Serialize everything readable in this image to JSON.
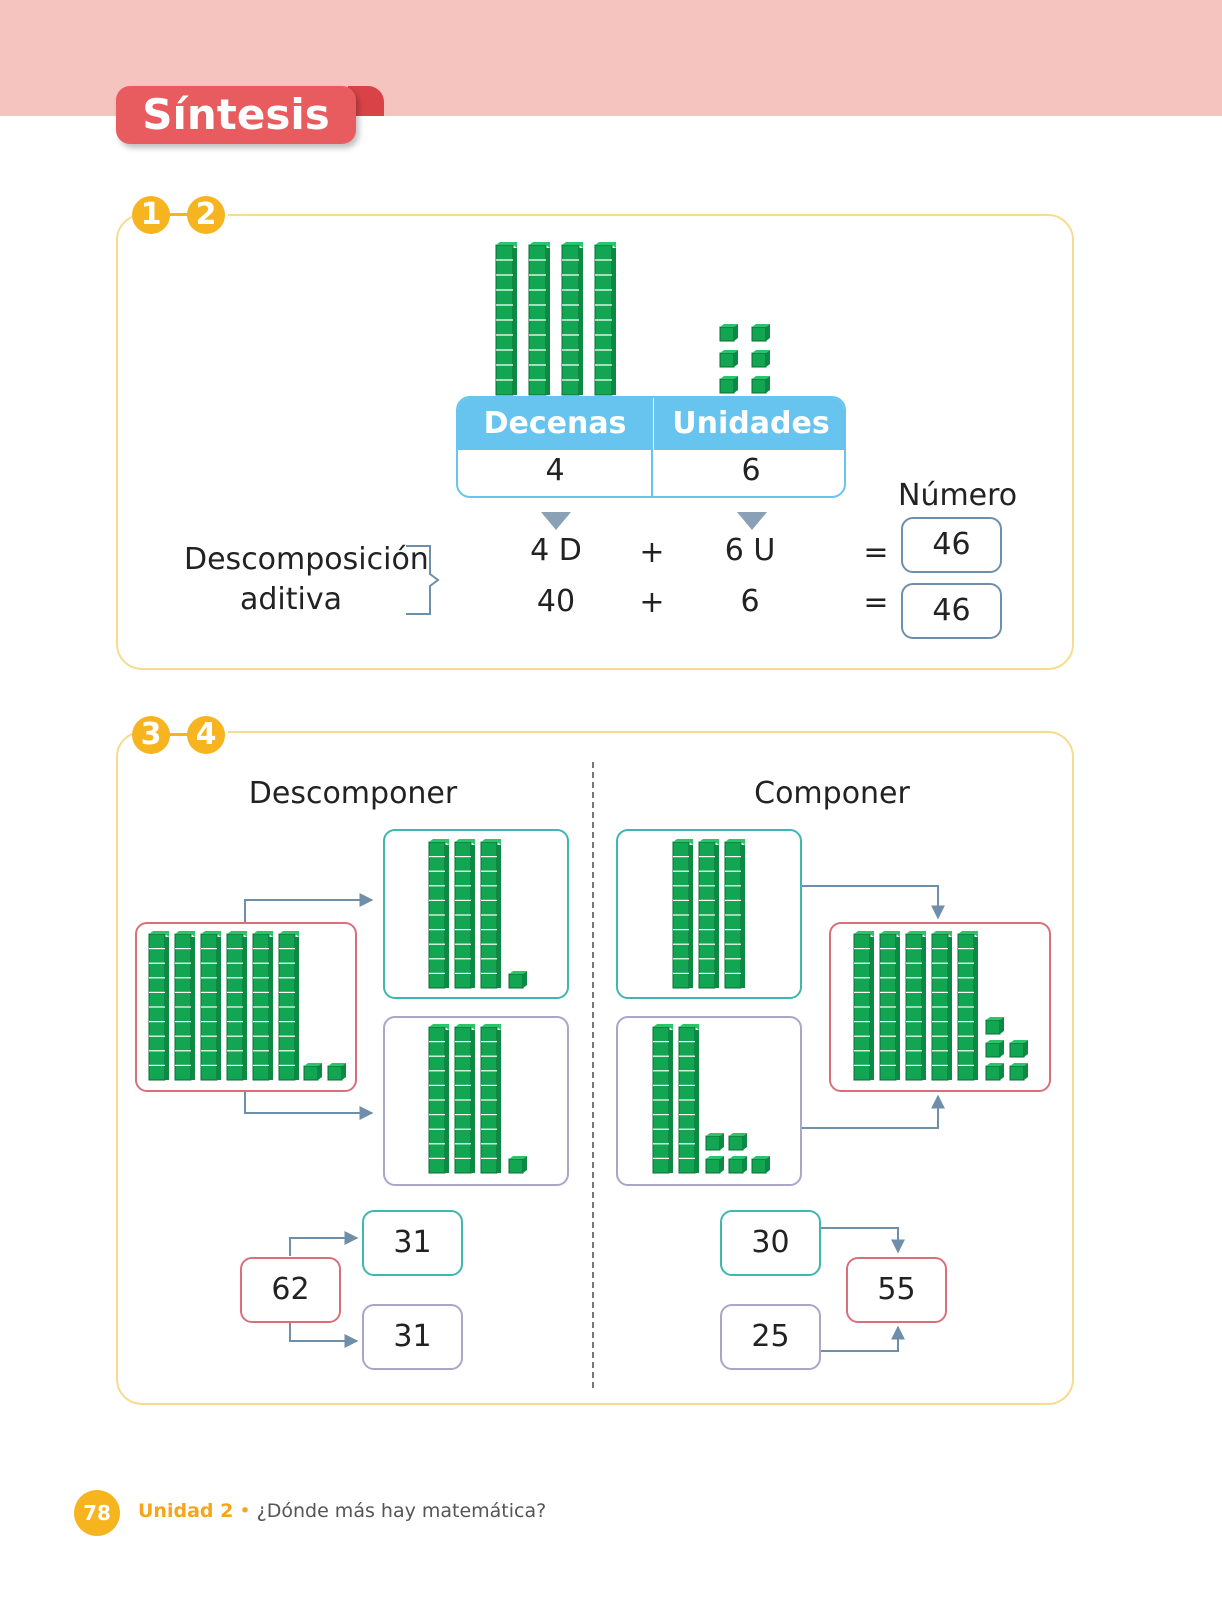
{
  "header": {
    "title": "Síntesis"
  },
  "section1": {
    "badges": [
      "1",
      "2"
    ],
    "table": {
      "headers": [
        "Decenas (D)",
        "Unidades (U)"
      ],
      "values": [
        "4",
        "6"
      ]
    },
    "numero_label": "Número",
    "row1": {
      "tens": "4 D",
      "plus": "+",
      "units": "6 U",
      "eq": "=",
      "result": "46"
    },
    "row2": {
      "tens": "40",
      "plus": "+",
      "units": "6",
      "eq": "=",
      "result": "46"
    },
    "descomposicion_label": [
      "Descomposición",
      "aditiva"
    ],
    "blocks": {
      "tens": 4,
      "units": 6
    }
  },
  "section2": {
    "badges": [
      "3",
      "4"
    ],
    "left_title": "Descomponer",
    "right_title": "Componer",
    "left_blocks": {
      "source": {
        "tens": 6,
        "units": 2
      },
      "part_a": {
        "tens": 3,
        "units": 1
      },
      "part_b": {
        "tens": 3,
        "units": 1
      }
    },
    "right_blocks": {
      "part_a": {
        "tens": 3,
        "units": 0
      },
      "part_b": {
        "tens": 2,
        "units": 5
      },
      "result": {
        "tens": 5,
        "units": 5
      }
    },
    "left_numbers": {
      "source": "62",
      "part_a": "31",
      "part_b": "31"
    },
    "right_numbers": {
      "part_a": "30",
      "part_b": "25",
      "result": "55"
    }
  },
  "footer": {
    "page_number": "78",
    "unit_label": "Unidad 2",
    "separator": "•",
    "subtitle": "¿Dónde más hay matemática?"
  },
  "colors": {
    "band": "#f6c4bf",
    "tab": "#e85c60",
    "panel_border": "#f7dc8e",
    "badge": "#f6b41f",
    "table_header": "#67c4ee",
    "block_green": "#12a652",
    "teal": "#3fb6b0",
    "red": "#d8707a",
    "purple": "#a8a6c9"
  }
}
